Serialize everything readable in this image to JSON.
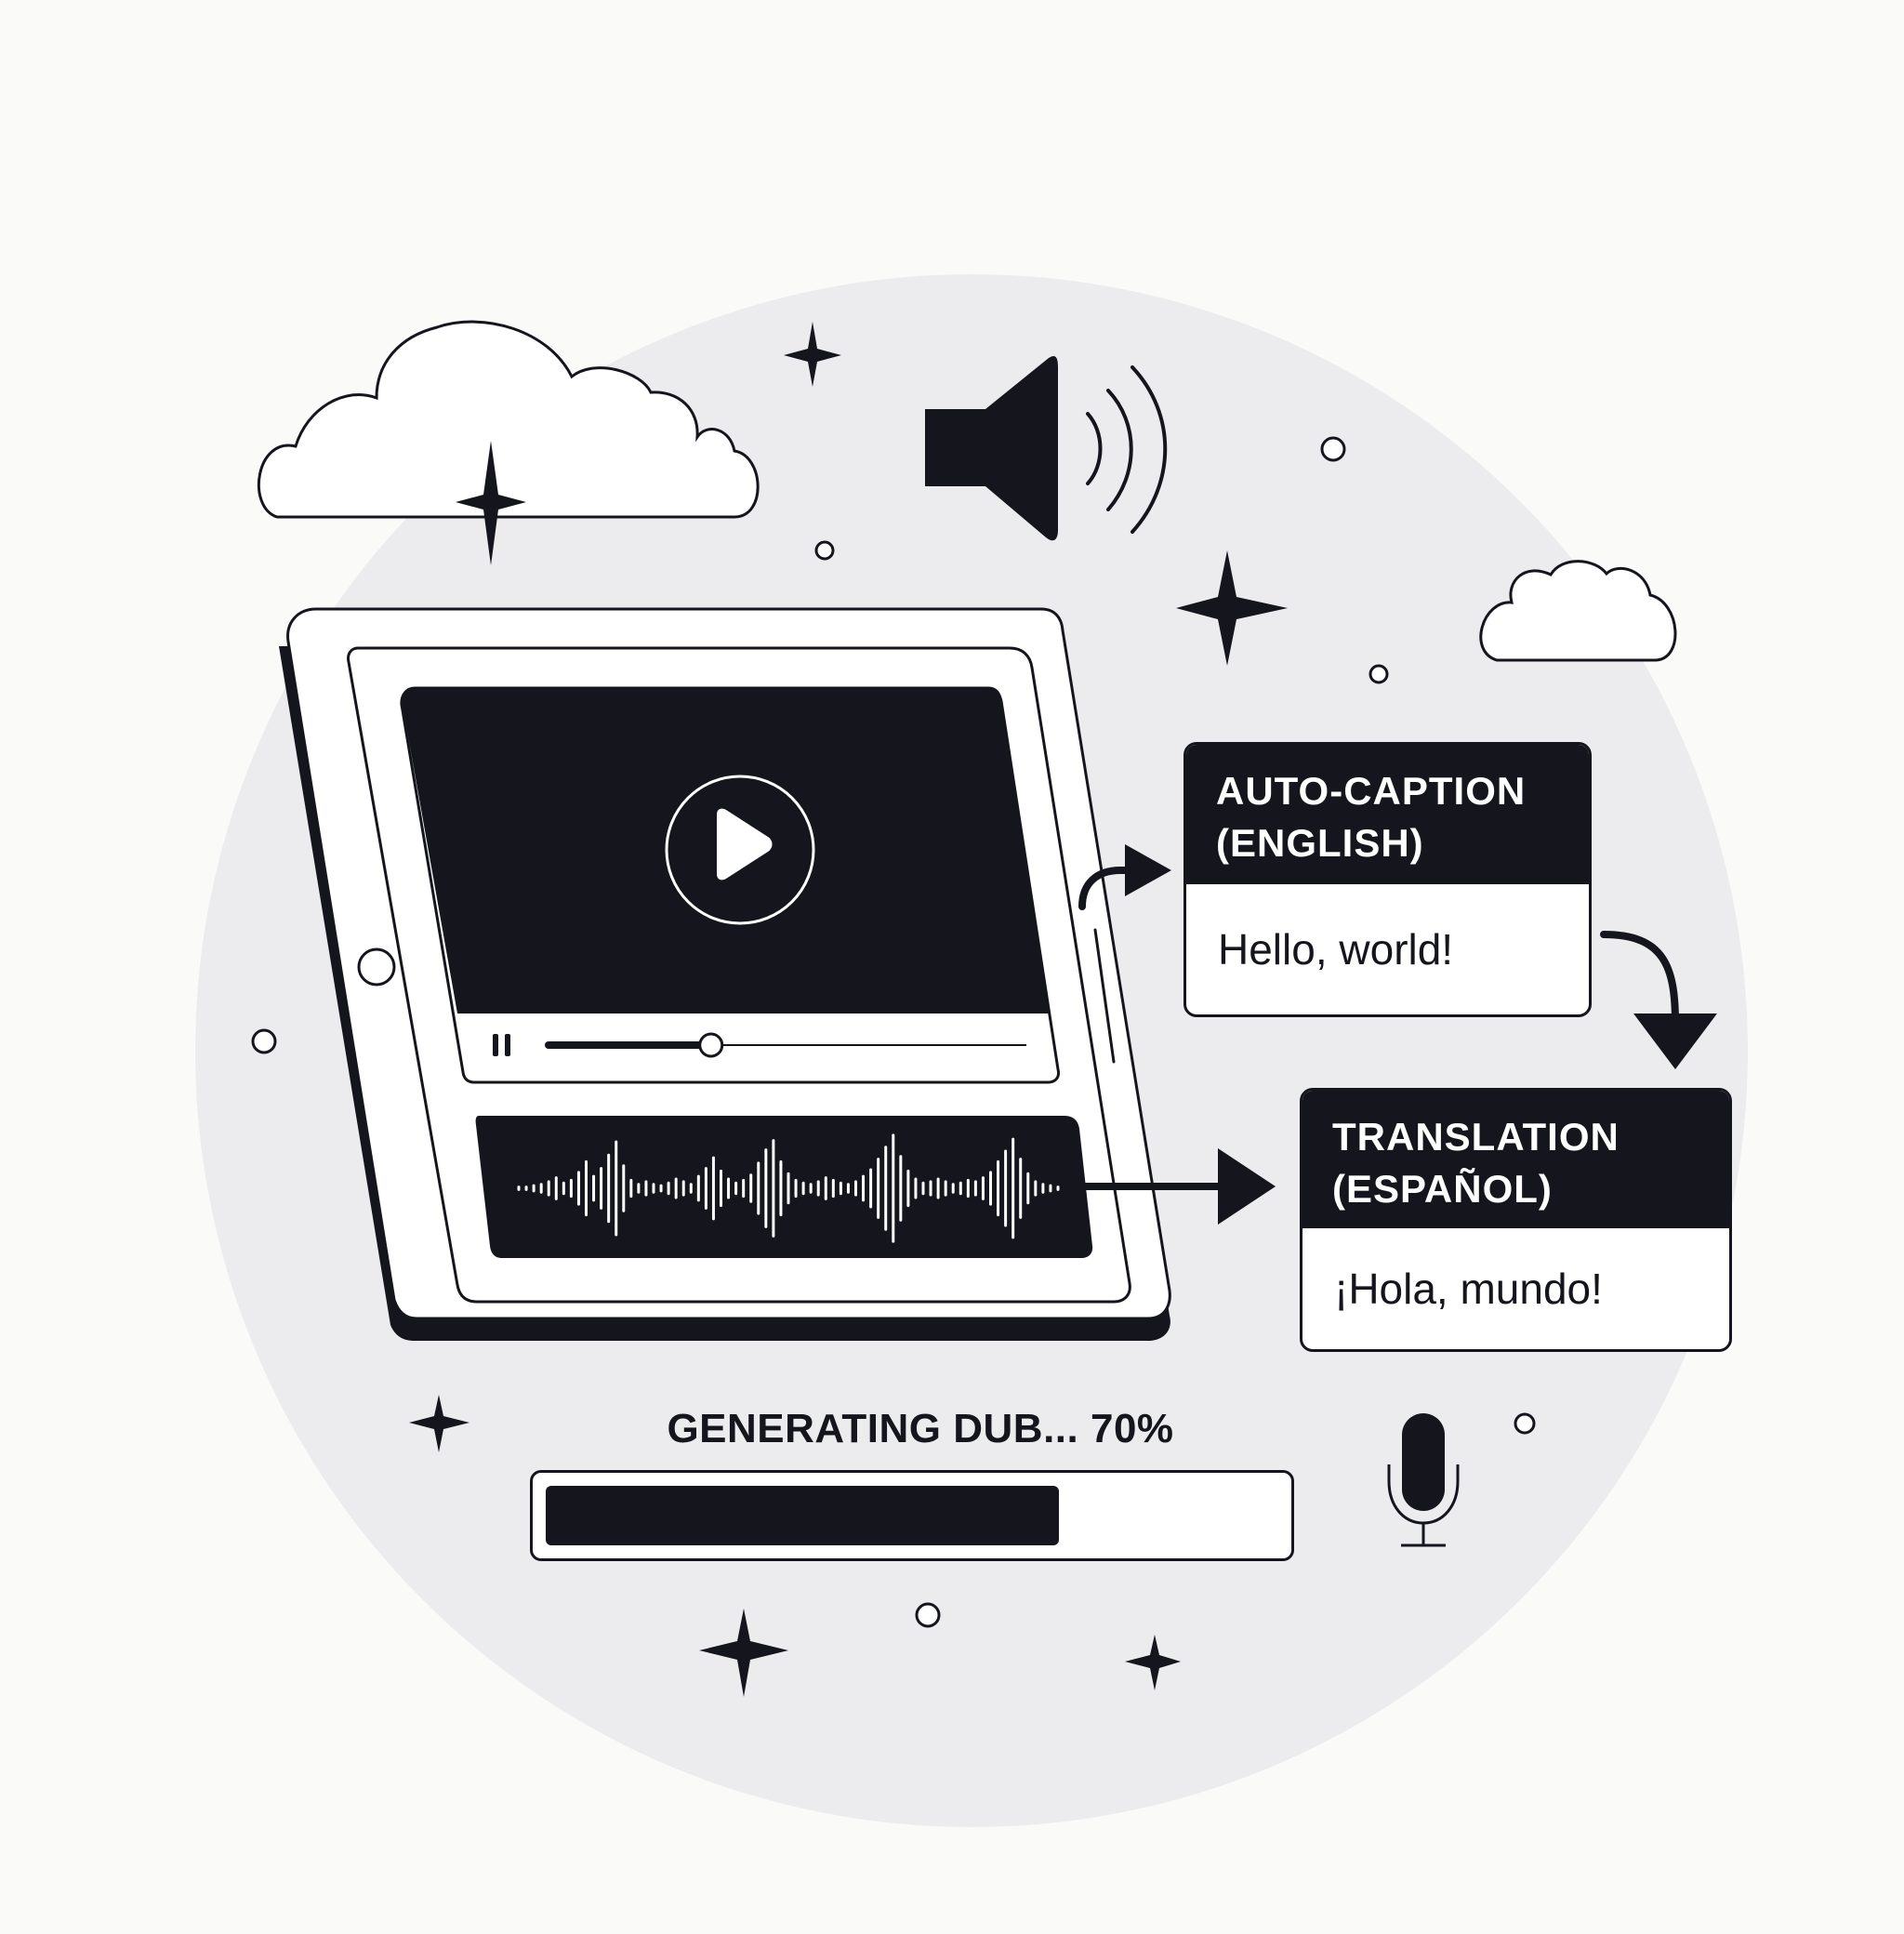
{
  "captions": {
    "english": {
      "title": "AUTO-CAPTION\n(ENGLISH)",
      "text": "Hello, world!"
    },
    "spanish": {
      "title": "TRANSLATION\n(ESPAÑOL)",
      "text": "¡Hola, mundo!"
    }
  },
  "dub_status": {
    "label": "GENERATING DUB... 70%",
    "progress": 0.7
  },
  "video_player": {
    "playback_progress": 0.34,
    "state": "playing"
  },
  "icons": [
    "cloud-icon",
    "sparkle-icon",
    "speaker-icon",
    "play-icon",
    "pause-icon",
    "microphone-icon",
    "arrow-icon",
    "waveform-icon"
  ],
  "colors": {
    "ink": "#15161d",
    "background": "#fafaf9",
    "circle": "#ececee",
    "paper": "#ffffff"
  }
}
